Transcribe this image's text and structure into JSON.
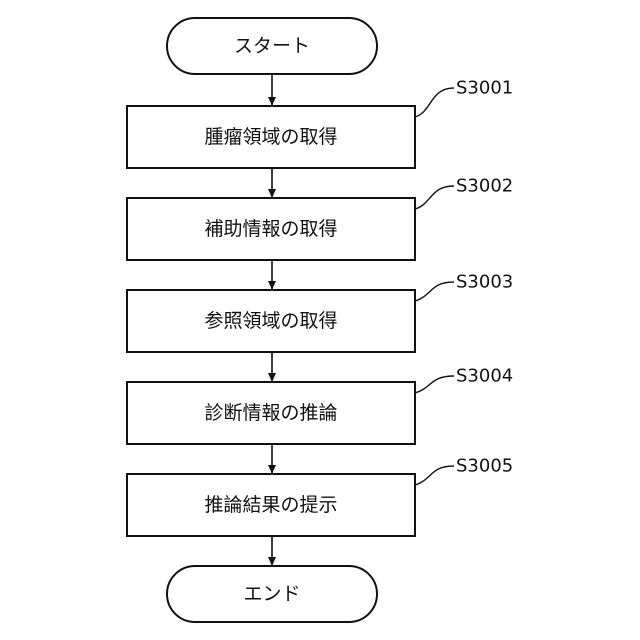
{
  "flowchart": {
    "start": {
      "label": "スタート"
    },
    "steps": [
      {
        "id": "S3001",
        "label": "腫瘤領域の取得"
      },
      {
        "id": "S3002",
        "label": "補助情報の取得"
      },
      {
        "id": "S3003",
        "label": "参照領域の取得"
      },
      {
        "id": "S3004",
        "label": "診断情報の推論"
      },
      {
        "id": "S3005",
        "label": "推論結果の提示"
      }
    ],
    "end": {
      "label": "エンド"
    }
  }
}
